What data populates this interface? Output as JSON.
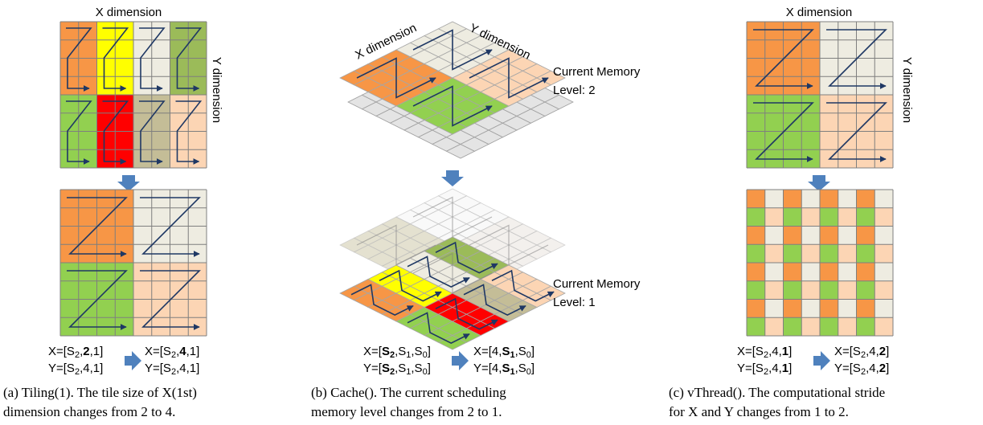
{
  "colors": {
    "orange": "#F79646",
    "yellow": "#FFFF00",
    "light_gray": "#EEECE1",
    "olive_green": "#9BBB59",
    "green": "#92D050",
    "red": "#FF0000",
    "tan": "#C4BD97",
    "peach": "#FCD5B4",
    "grid_gray": "#D9D9D9",
    "arrow_blue": "#4F81BD",
    "path_navy": "#1F3864"
  },
  "panel_a": {
    "x_label": "X dimension",
    "y_label": "Y dimension",
    "formula_before": [
      [
        {
          "t": "X=[S"
        },
        {
          "t": "2",
          "sub": true
        },
        {
          "t": ","
        },
        {
          "t": "2",
          "b": true
        },
        {
          "t": ",1]"
        }
      ],
      [
        {
          "t": "Y=[S"
        },
        {
          "t": "2",
          "sub": true
        },
        {
          "t": ",4,1]"
        }
      ]
    ],
    "formula_after": [
      [
        {
          "t": "X=[S"
        },
        {
          "t": "2",
          "sub": true
        },
        {
          "t": ","
        },
        {
          "t": "4",
          "b": true
        },
        {
          "t": ",1]"
        }
      ],
      [
        {
          "t": "Y=[S"
        },
        {
          "t": "2",
          "sub": true
        },
        {
          "t": ",4,1]"
        }
      ]
    ],
    "caption": [
      "(a) Tiling(1). The tile size of X(1st)",
      "dimension changes from 2 to 4."
    ]
  },
  "panel_b": {
    "x_label": "X dimension",
    "y_label": "Y dimension",
    "level_top": [
      "Current Memory",
      "Level: 2"
    ],
    "level_bottom": [
      "Current Memory",
      "Level: 1"
    ],
    "formula_before": [
      [
        {
          "t": "X=["
        },
        {
          "t": "S",
          "b": true
        },
        {
          "t": "2",
          "sub": true,
          "b": true
        },
        {
          "t": ",S"
        },
        {
          "t": "1",
          "sub": true
        },
        {
          "t": ",S"
        },
        {
          "t": "0",
          "sub": true
        },
        {
          "t": "]"
        }
      ],
      [
        {
          "t": "Y=["
        },
        {
          "t": "S",
          "b": true
        },
        {
          "t": "2",
          "sub": true,
          "b": true
        },
        {
          "t": ",S"
        },
        {
          "t": "1",
          "sub": true
        },
        {
          "t": ",S"
        },
        {
          "t": "0",
          "sub": true
        },
        {
          "t": "]"
        }
      ]
    ],
    "formula_after": [
      [
        {
          "t": "X=[4,"
        },
        {
          "t": "S",
          "b": true
        },
        {
          "t": "1",
          "sub": true,
          "b": true
        },
        {
          "t": ",S"
        },
        {
          "t": "0",
          "sub": true
        },
        {
          "t": "]"
        }
      ],
      [
        {
          "t": "Y=[4,"
        },
        {
          "t": "S",
          "b": true
        },
        {
          "t": "1",
          "sub": true,
          "b": true
        },
        {
          "t": ",S"
        },
        {
          "t": "0",
          "sub": true
        },
        {
          "t": "]"
        }
      ]
    ],
    "caption": [
      "(b) Cache(). The current scheduling",
      "memory level changes from 2 to 1."
    ]
  },
  "panel_c": {
    "x_label": "X dimension",
    "y_label": "Y dimension",
    "formula_before": [
      [
        {
          "t": "X=[S"
        },
        {
          "t": "2",
          "sub": true
        },
        {
          "t": ",4,"
        },
        {
          "t": "1",
          "b": true
        },
        {
          "t": "]"
        }
      ],
      [
        {
          "t": "Y=[S"
        },
        {
          "t": "2",
          "sub": true
        },
        {
          "t": ",4,"
        },
        {
          "t": "1",
          "b": true
        },
        {
          "t": "]"
        }
      ]
    ],
    "formula_after": [
      [
        {
          "t": "X=[S"
        },
        {
          "t": "2",
          "sub": true
        },
        {
          "t": ",4,"
        },
        {
          "t": "2",
          "b": true
        },
        {
          "t": "]"
        }
      ],
      [
        {
          "t": "Y=[S"
        },
        {
          "t": "2",
          "sub": true
        },
        {
          "t": ",4,"
        },
        {
          "t": "2",
          "b": true
        },
        {
          "t": "]"
        }
      ]
    ],
    "caption": [
      "(c) vThread(). The computational stride",
      "for X and Y changes from 1 to 2."
    ]
  }
}
